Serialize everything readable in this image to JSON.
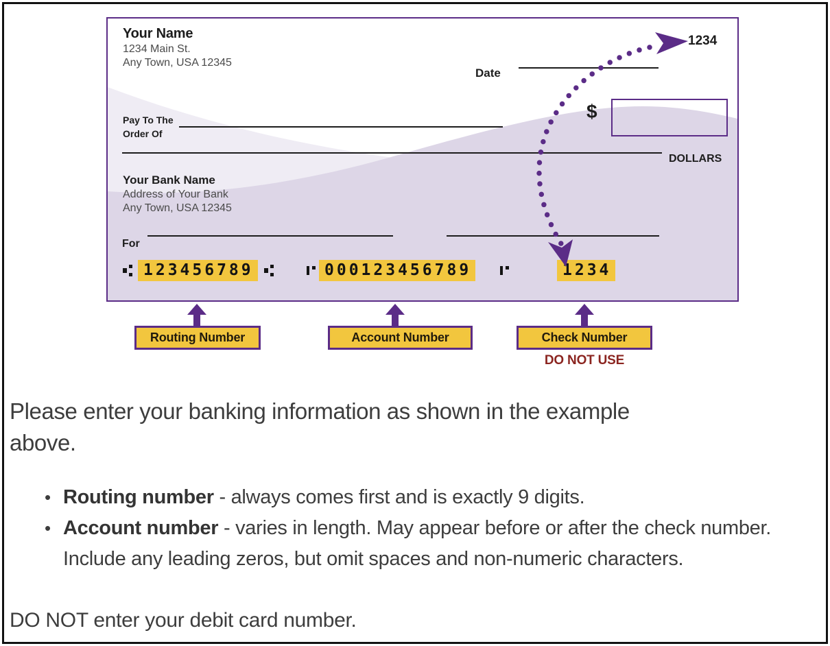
{
  "check": {
    "payer": {
      "name": "Your Name",
      "address_line1": "1234 Main St.",
      "address_line2": "Any Town, USA 12345"
    },
    "check_number_top": "1234",
    "date_label": "Date",
    "pay_to_line1": "Pay To The",
    "pay_to_line2": "Order Of",
    "dollar_sign": "$",
    "dollars_label": "DOLLARS",
    "bank": {
      "name": "Your Bank Name",
      "address_line1": "Address of Your Bank",
      "address_line2": "Any Town, USA 12345"
    },
    "for_label": "For",
    "micr": {
      "routing_number": "123456789",
      "account_number": "000123456789",
      "check_number": "1234"
    }
  },
  "annotations": {
    "routing_label": "Routing Number",
    "account_label": "Account Number",
    "check_label": "Check Number",
    "do_not_use": "DO NOT USE"
  },
  "instructions": {
    "intro_line1": "Please enter your banking information as shown in the example",
    "intro_line2": "above.",
    "bullets": [
      {
        "term": "Routing number",
        "text": " - always comes first and is exactly 9 digits."
      },
      {
        "term": "Account number",
        "text": " - varies in length. May appear before or after the check number. Include any leading zeros, but omit spaces and non-numeric characters."
      }
    ],
    "footer": "DO NOT enter your debit card number."
  },
  "colors": {
    "purple": "#5b2c87",
    "yellow": "#f2c63e",
    "red": "#8b2520",
    "wave-light": "#efecf4",
    "wave-dark": "#ddd6e7",
    "ink": "#1d1d1d",
    "body": "#3d3d3d"
  }
}
